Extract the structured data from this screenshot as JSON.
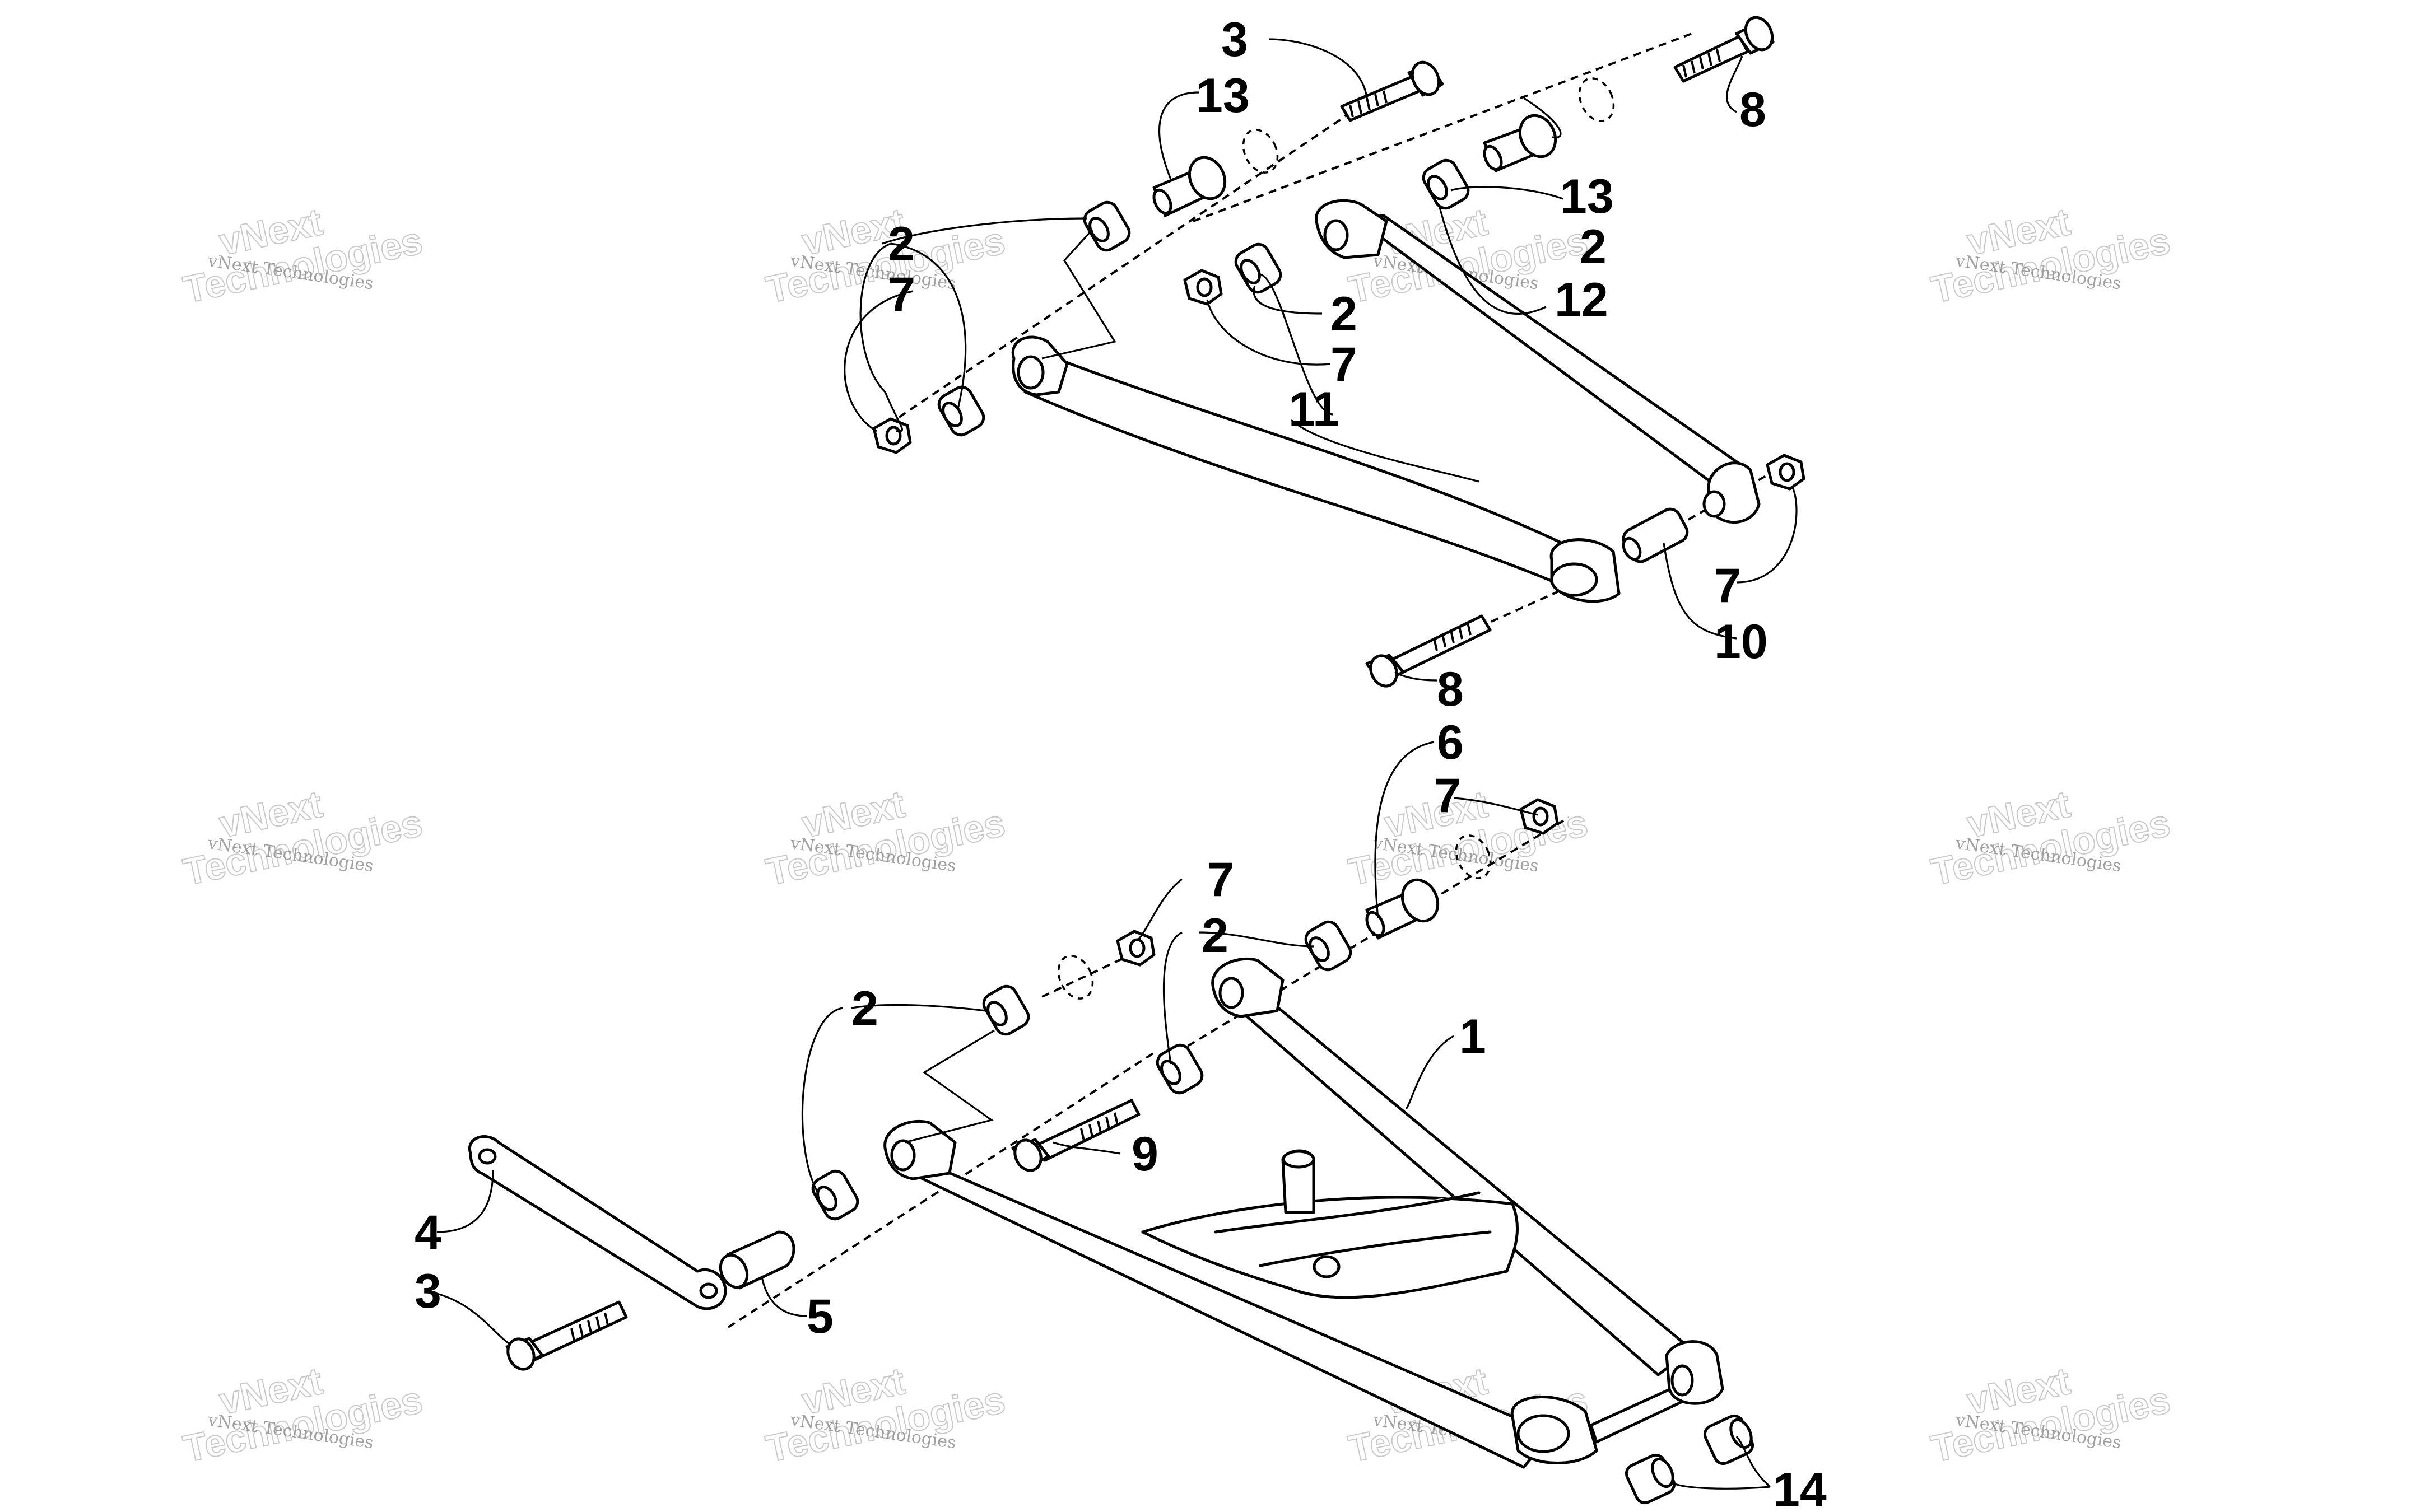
{
  "callouts": {
    "c1": "1",
    "c2a": "2",
    "c2b": "2",
    "c2c": "2",
    "c2d": "2",
    "c2e": "2",
    "c3a": "3",
    "c3b": "3",
    "c4": "4",
    "c5": "5",
    "c6": "6",
    "c7a": "7",
    "c7b": "7",
    "c7c": "7",
    "c7d": "7",
    "c7e": "7",
    "c8a": "8",
    "c8b": "8",
    "c9": "9",
    "c10": "10",
    "c11": "11",
    "c12": "12",
    "c13a": "13",
    "c13b": "13",
    "c14": "14"
  },
  "watermark": {
    "line1": "vNext Technologies",
    "line2": "Technologies",
    "line3": "vNext"
  }
}
